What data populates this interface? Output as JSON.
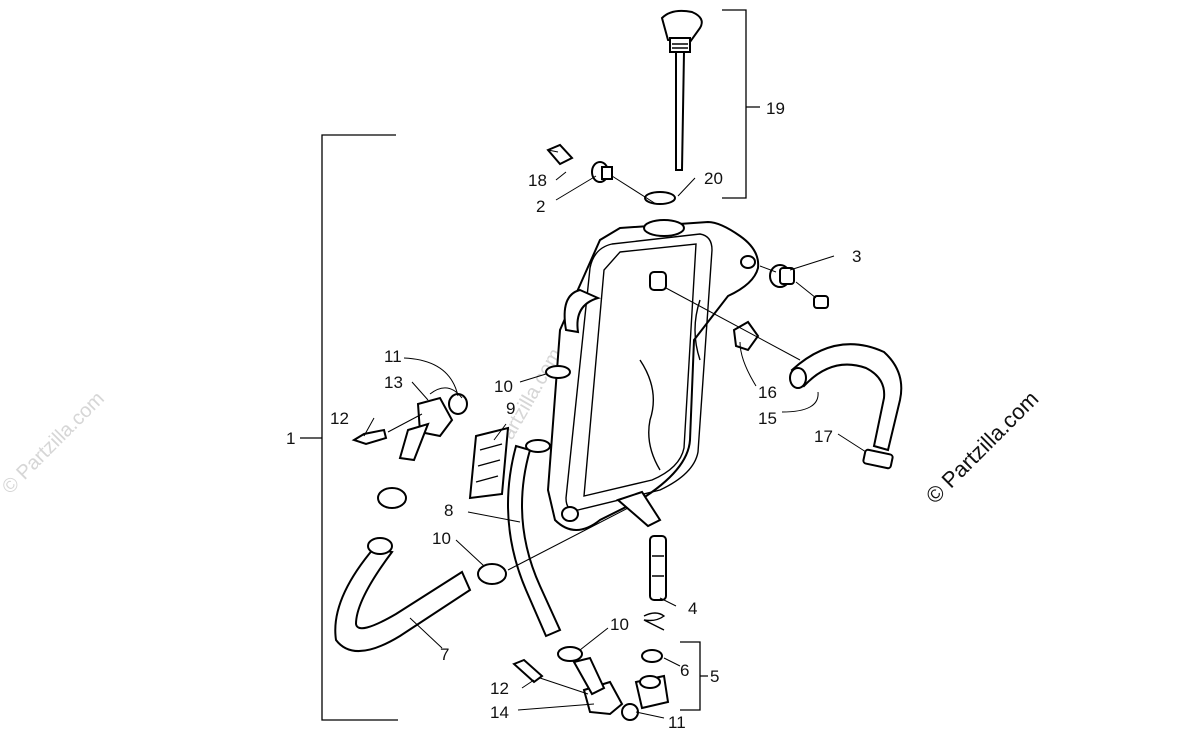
{
  "watermark": {
    "main": "© Partzilla.com",
    "faint_left": "© Partzilla.com",
    "faint_center": "© Partzilla.com"
  },
  "callouts": [
    {
      "id": "c1",
      "label": "1"
    },
    {
      "id": "c2",
      "label": "2"
    },
    {
      "id": "c3",
      "label": "3"
    },
    {
      "id": "c4",
      "label": "4"
    },
    {
      "id": "c5",
      "label": "5"
    },
    {
      "id": "c6",
      "label": "6"
    },
    {
      "id": "c7",
      "label": "7"
    },
    {
      "id": "c8",
      "label": "8"
    },
    {
      "id": "c9",
      "label": "9"
    },
    {
      "id": "c10a",
      "label": "10"
    },
    {
      "id": "c10b",
      "label": "10"
    },
    {
      "id": "c10c",
      "label": "10"
    },
    {
      "id": "c11a",
      "label": "11"
    },
    {
      "id": "c11b",
      "label": "11"
    },
    {
      "id": "c12a",
      "label": "12"
    },
    {
      "id": "c12b",
      "label": "12"
    },
    {
      "id": "c13",
      "label": "13"
    },
    {
      "id": "c14",
      "label": "14"
    },
    {
      "id": "c15",
      "label": "15"
    },
    {
      "id": "c16",
      "label": "16"
    },
    {
      "id": "c17",
      "label": "17"
    },
    {
      "id": "c18",
      "label": "18"
    },
    {
      "id": "c19",
      "label": "19"
    },
    {
      "id": "c20",
      "label": "20"
    }
  ]
}
